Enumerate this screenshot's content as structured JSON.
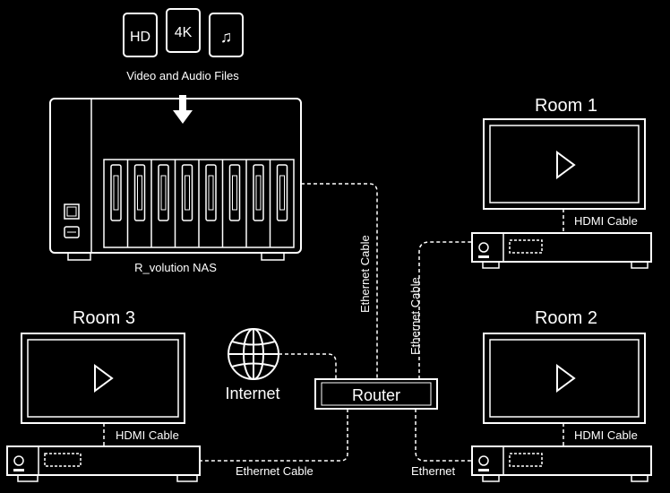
{
  "media": {
    "caption": "Video and Audio Files",
    "icons": [
      {
        "name": "hd-icon",
        "label": "HD"
      },
      {
        "name": "4k-icon",
        "label": "4K"
      },
      {
        "name": "music-note-icon",
        "label": "♫"
      }
    ]
  },
  "nas": {
    "label": "R_volution NAS",
    "bay_count": 8
  },
  "rooms": {
    "room1": {
      "title": "Room 1",
      "cable": "HDMI Cable"
    },
    "room2": {
      "title": "Room 2",
      "cable": "HDMI Cable"
    },
    "room3": {
      "title": "Room 3",
      "cable": "HDMI Cable"
    }
  },
  "network": {
    "router": "Router",
    "internet": "Internet",
    "cable_nas_router": "Ethernet Cable",
    "cable_room1_router": "Ethernet Cable",
    "cable_room3_router": "Ethernet Cable",
    "cable_room2_router": "Ethernet"
  },
  "colors": {
    "background": "#000000",
    "foreground": "#ffffff"
  }
}
